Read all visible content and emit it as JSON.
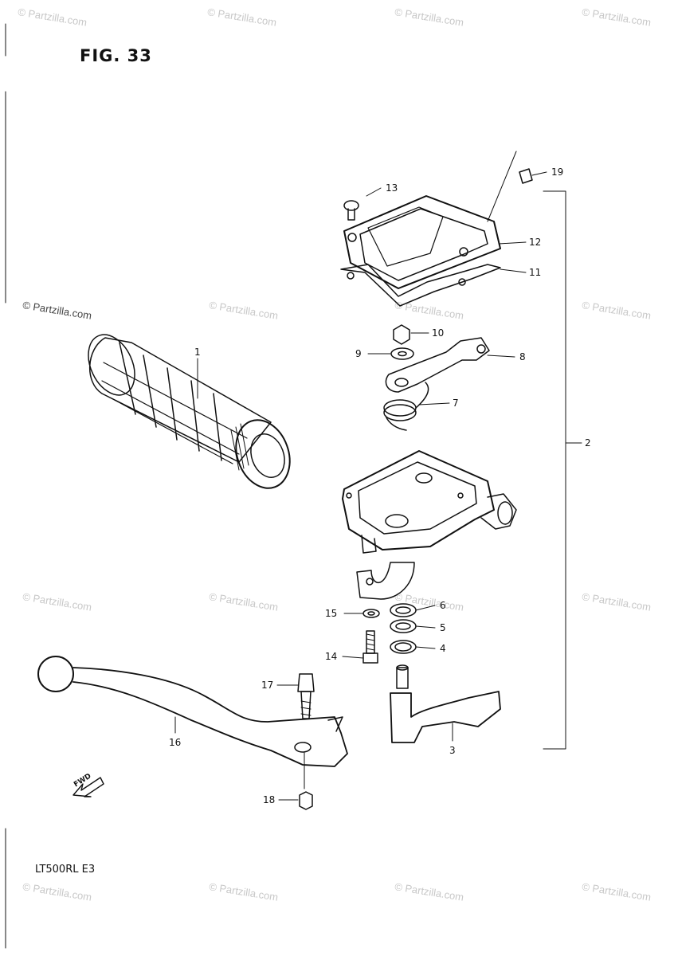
{
  "figure": {
    "title": "FIG. 33",
    "model_code": "LT500RL E3"
  },
  "watermarks": {
    "text": "© Partzilla.com",
    "count": 16
  },
  "fwd_label": "FWD",
  "parts": [
    {
      "no": "1",
      "id": "grip"
    },
    {
      "no": "2",
      "id": "housing-assembly"
    },
    {
      "no": "3",
      "id": "lever-arm"
    },
    {
      "no": "4",
      "id": "o-ring"
    },
    {
      "no": "5",
      "id": "washer"
    },
    {
      "no": "6",
      "id": "seal"
    },
    {
      "no": "7",
      "id": "spring"
    },
    {
      "no": "8",
      "id": "throttle-plate"
    },
    {
      "no": "9",
      "id": "washer-9"
    },
    {
      "no": "10",
      "id": "nut-10"
    },
    {
      "no": "11",
      "id": "gasket"
    },
    {
      "no": "12",
      "id": "cover"
    },
    {
      "no": "13",
      "id": "screw"
    },
    {
      "no": "14",
      "id": "bolt-14"
    },
    {
      "no": "15",
      "id": "washer-15"
    },
    {
      "no": "16",
      "id": "brake-lever"
    },
    {
      "no": "17",
      "id": "pivot-bolt"
    },
    {
      "no": "18",
      "id": "nut-18"
    },
    {
      "no": "19",
      "id": "cap"
    }
  ],
  "colors": {
    "line": "#111111",
    "watermark": "#c8c8c8"
  }
}
